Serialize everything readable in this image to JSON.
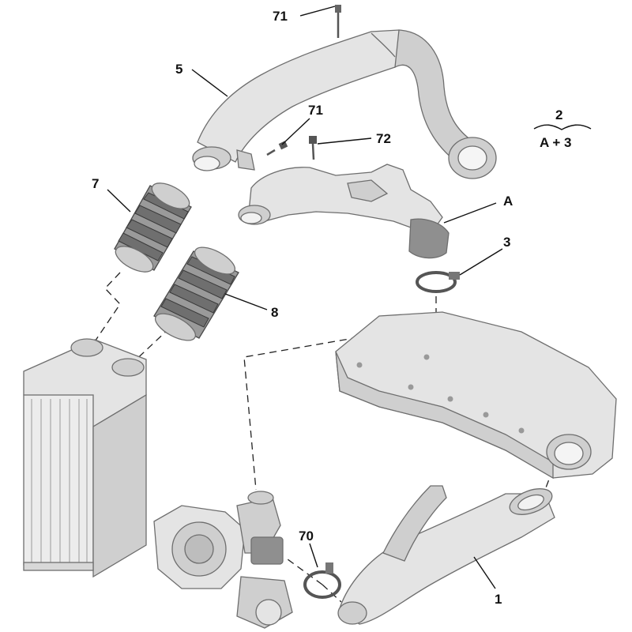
{
  "callouts": {
    "c71_top": "71",
    "c5": "5",
    "c71_mid": "71",
    "c72": "72",
    "c2": "2",
    "c2_sub": "A + 3",
    "c7": "7",
    "cA": "A",
    "c3": "3",
    "c8": "8",
    "c70": "70",
    "c1": "1"
  }
}
